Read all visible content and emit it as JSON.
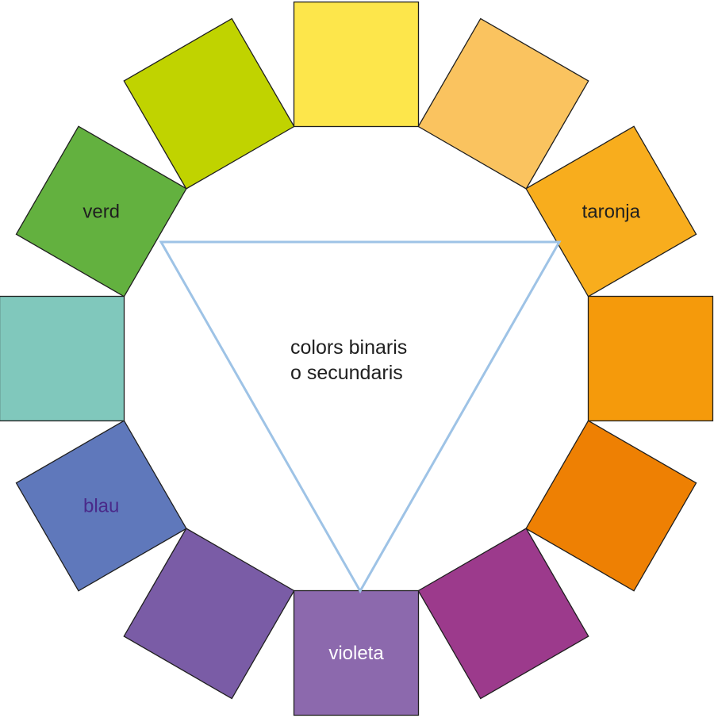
{
  "center_label": {
    "line1": "colors binaris",
    "line2": "o secundaris"
  },
  "swatches": [
    {
      "color": "#fde64b",
      "label": ""
    },
    {
      "color": "#fac35f",
      "label": ""
    },
    {
      "color": "#f8ad1d",
      "label": "taronja",
      "label_color": "#1f1f1f"
    },
    {
      "color": "#f59a0b",
      "label": ""
    },
    {
      "color": "#ee8003",
      "label": ""
    },
    {
      "color": "#9c3a8c",
      "label": ""
    },
    {
      "color": "#8c69ad",
      "label": "violeta",
      "label_color": "#ffffff"
    },
    {
      "color": "#7a5ca6",
      "label": ""
    },
    {
      "color": "#5f78bb",
      "label": "blau",
      "label_color": "#4a2a8a"
    },
    {
      "color": "#80c8bc",
      "label": ""
    },
    {
      "color": "#63b13f",
      "label": "verd",
      "label_color": "#1f1f1f"
    },
    {
      "color": "#c0d300",
      "label": ""
    }
  ],
  "triangle_color": "#9ec3e6"
}
